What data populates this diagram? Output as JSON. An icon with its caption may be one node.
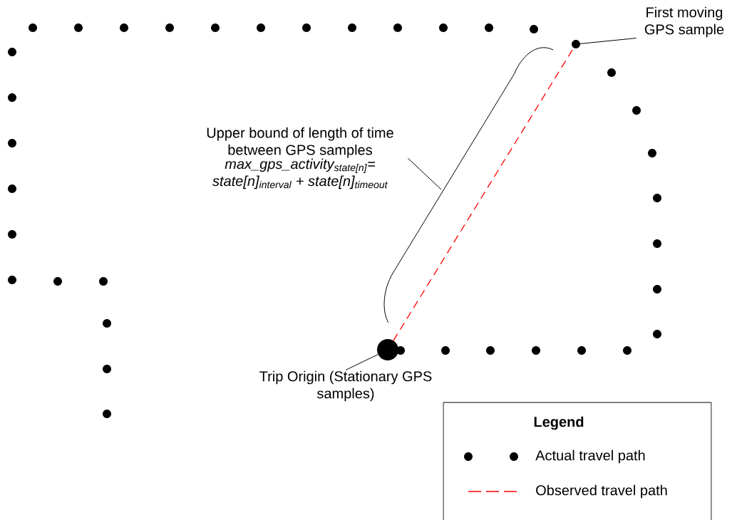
{
  "diagram": {
    "nodes": [
      {
        "text": [
          "First moving GPS sample"
        ]
      },
      {
        "text": [],
        "shape": "circle"
      },
      {
        "text": [
          "Trip Origin (Stationary GPS samples)"
        ]
      },
      {
        "text": [],
        "shape": "circle"
      },
      {
        "text": [
          "Upper bound of length of time between GPS samples",
          "max_gps_activity$_{state[n]}$= state[n]$_{interval}$ + state[n]$_{timeout}$"
        ]
      }
    ],
    "edges": [
      {
        "from": 0,
        "to": 1,
        "arrow": "none"
      },
      {
        "from": 2,
        "to": 3,
        "arrow": "none"
      },
      {
        "from": 4,
        "to": null,
        "arrow": "none"
      },
      {
        "from": 3,
        "to": 1,
        "arrow": "none",
        "style": "dashed",
        "color": "#ff0000"
      }
    ],
    "labels": [
      "Legend"
    ],
    "legend": [
      {
        "text": "Actual travel path"
      },
      {
        "text": "Observed travel path"
      }
    ]
  }
}
